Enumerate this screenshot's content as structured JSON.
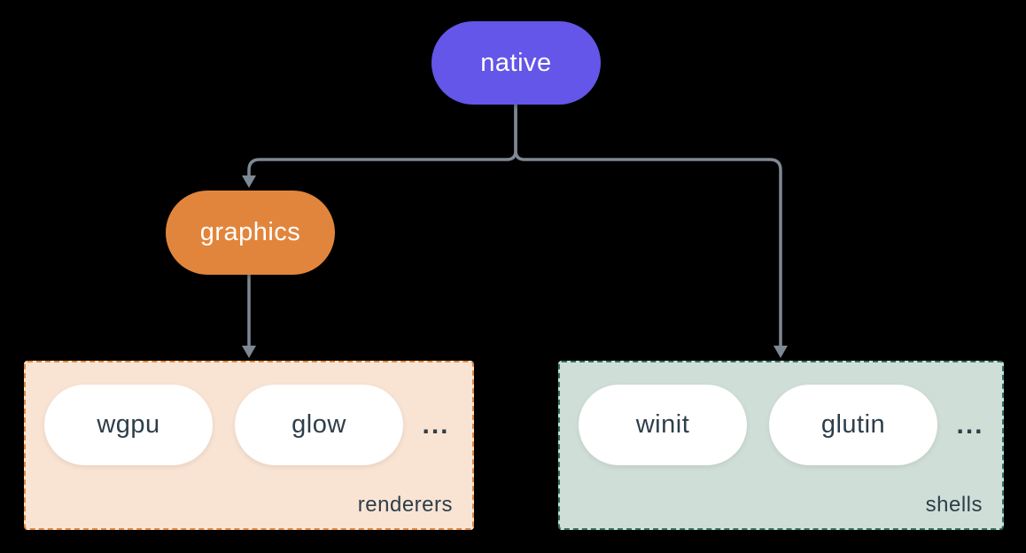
{
  "diagram": {
    "colors": {
      "background": "#000000",
      "connector": "#7d8894",
      "node_text": "#ffffff",
      "pill_bg": "#ffffff",
      "pill_text": "#2d3e4a",
      "group_label_text": "#2d3e4a"
    },
    "nodes": {
      "native": {
        "label": "native",
        "bg": "#6456e8"
      },
      "graphics": {
        "label": "graphics",
        "bg": "#e2853c"
      }
    },
    "groups": {
      "renderers": {
        "label": "renderers",
        "bg": "#f9e4d4",
        "border": "#e0873e",
        "items": [
          "wgpu",
          "glow"
        ],
        "ellipsis": "..."
      },
      "shells": {
        "label": "shells",
        "bg": "#cfdfd7",
        "border": "#2f7265",
        "items": [
          "winit",
          "glutin"
        ],
        "ellipsis": "..."
      }
    }
  }
}
